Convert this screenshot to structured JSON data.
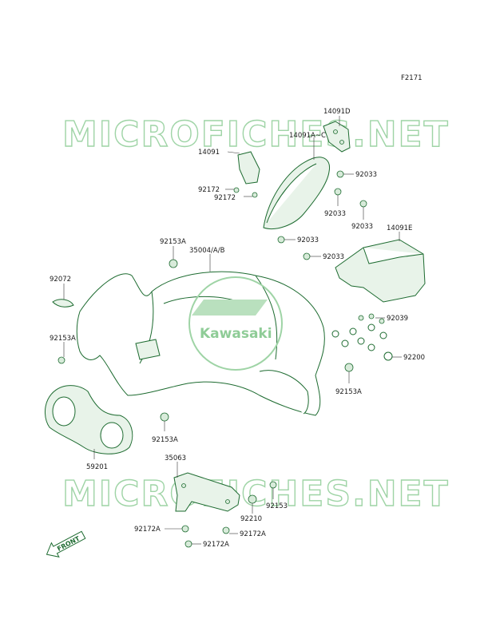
{
  "diagram": {
    "figure_code": "F2171",
    "watermark_top": "MICROFICHES.NET",
    "watermark_bottom": "MICROFICHES.NET",
    "brand": "Kawasaki",
    "front_arrow": "FRONT",
    "labels": [
      {
        "id": "l_14091D",
        "text": "14091D"
      },
      {
        "id": "l_14091AC",
        "text": "14091A~C"
      },
      {
        "id": "l_14091",
        "text": "14091"
      },
      {
        "id": "l_92033a",
        "text": "92033"
      },
      {
        "id": "l_92172a",
        "text": "92172"
      },
      {
        "id": "l_92172b",
        "text": "92172"
      },
      {
        "id": "l_92033b",
        "text": "92033"
      },
      {
        "id": "l_92033c",
        "text": "92033"
      },
      {
        "id": "l_14091E",
        "text": "14091E"
      },
      {
        "id": "l_92153A_a",
        "text": "92153A"
      },
      {
        "id": "l_35004",
        "text": "35004/A/B"
      },
      {
        "id": "l_92033d",
        "text": "92033"
      },
      {
        "id": "l_92033e",
        "text": "92033"
      },
      {
        "id": "l_92072",
        "text": "92072"
      },
      {
        "id": "l_92039",
        "text": "92039"
      },
      {
        "id": "l_92153A_b",
        "text": "92153A"
      },
      {
        "id": "l_92200",
        "text": "92200"
      },
      {
        "id": "l_92153A_c",
        "text": "92153A"
      },
      {
        "id": "l_92153A_d",
        "text": "92153A"
      },
      {
        "id": "l_59201",
        "text": "59201"
      },
      {
        "id": "l_35063",
        "text": "35063"
      },
      {
        "id": "l_92153",
        "text": "92153"
      },
      {
        "id": "l_92210",
        "text": "92210"
      },
      {
        "id": "l_92172A_a",
        "text": "92172A"
      },
      {
        "id": "l_92172A_b",
        "text": "92172A"
      },
      {
        "id": "l_92172A_c",
        "text": "92172A"
      }
    ]
  }
}
